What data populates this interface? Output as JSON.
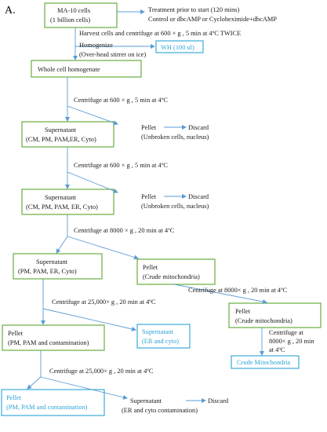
{
  "panel_label": "A.",
  "colors": {
    "green_box": "#5aa52f",
    "blue_box": "#2aa3d6",
    "arrow": "#5b9bd5"
  },
  "nodes": {
    "ma10_cells": {
      "line1": "MA-10 cells",
      "line2": "(1 billion cells)"
    },
    "treatment": {
      "line1": "Treatment prior to start (120 mins)",
      "line2": "Control or dbcAMP or Cycloheximide+dbcAMP"
    },
    "harvest_step": {
      "text": "Harvest cells and centrifuge at 600 × g , 5 min at 4ºC TWICE"
    },
    "homogenize": {
      "line1": "Homogenize",
      "line2": "(Over-head stirrer on ice)"
    },
    "wh": {
      "text": "WH (100 ul)"
    },
    "whole_homogenate": {
      "text": "Whole cell homogenate"
    },
    "spin1": {
      "text": "Centrifuge at 600 × g , 5 min at 4ºC"
    },
    "sup1": {
      "line1": "Supernatant",
      "line2": "(CM, PM, PAM,ER, Cyto)"
    },
    "pellet1": {
      "line1": "Pellet",
      "arrow_to": "Discard",
      "line2": "(Unbroken cells, nucleus)"
    },
    "spin2": {
      "text": "Centrifuge at 600 × g , 5 min at 4ºC"
    },
    "sup2": {
      "line1": "Supernatant",
      "line2": "(CM, PM, PAM, ER, Cyto)"
    },
    "pellet2": {
      "line1": "Pellet",
      "arrow_to": "Discard",
      "line2": "(Unbroken cells, nucleus)"
    },
    "spin3": {
      "text": "Centrifuge at 8000 × g , 20 min at 4ºC"
    },
    "sup3": {
      "line1": "Supernatant",
      "line2": "(PM, PAM, ER, Cyto)"
    },
    "pellet3": {
      "line1": "Pellet",
      "line2": "(Crude mitochondria)"
    },
    "spin4": {
      "text": "Centrifuge at 25,000× g , 20 min at 4ºC"
    },
    "spin5": {
      "text": "Centrifuge at 8000× g , 20 min at 4ºC"
    },
    "pellet4": {
      "line1": "Pellet",
      "line2": "(PM, PAM and contamination)"
    },
    "sup4": {
      "line1": "Supernatant",
      "line2": "(ER and cyto)"
    },
    "pellet5": {
      "line1": "Pellet",
      "line2": "(Crude mitochondria)"
    },
    "spin6": {
      "line1": "Centrifuge at",
      "line2": "8000× g , 20 min",
      "line3": "at 4ºC"
    },
    "crude_mito": {
      "text": "Crude Mitochondria"
    },
    "spin7": {
      "text": "Centrifuge at 25,000× g , 20 min at 4ºC"
    },
    "pellet6": {
      "line1": "Pellet",
      "line2": "(PM, PAM and contamination)"
    },
    "sup5": {
      "line1": "Supernatant",
      "arrow_to": "Discard",
      "line2": "(ER and cyto contamination)"
    }
  }
}
